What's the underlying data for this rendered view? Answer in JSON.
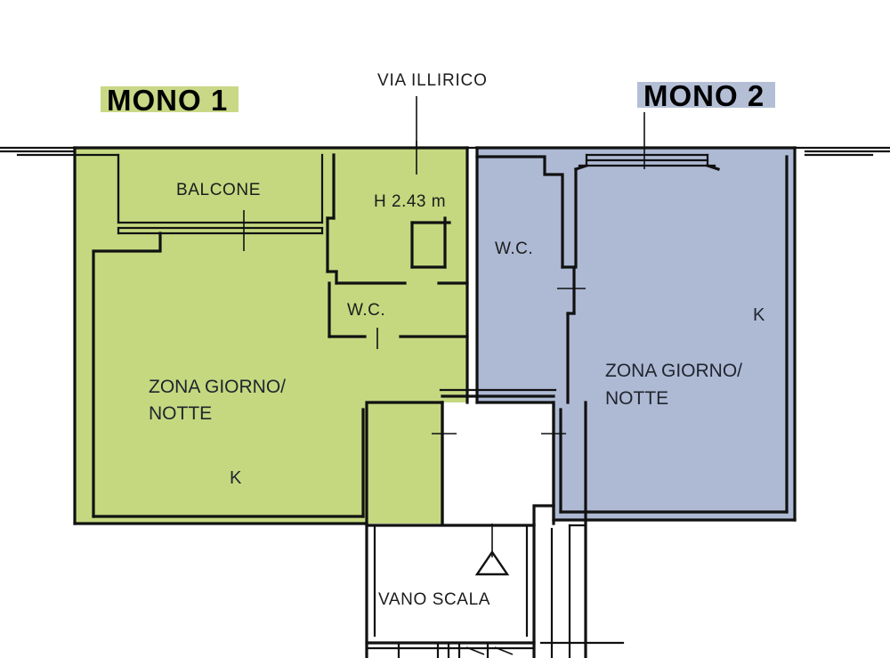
{
  "document": {
    "type": "floor-plan",
    "title_left": "MONO 1",
    "title_right": "MONO 2",
    "street_label": "VIA ILLIRICO"
  },
  "colors": {
    "unit_left_fill": "#c5d880",
    "unit_right_fill": "#aebad4",
    "title_left_highlight": "#c9d886",
    "title_right_highlight": "#b4bfd6",
    "wall_stroke": "#111111",
    "background": "#ffffff",
    "text": "#1c1c1c"
  },
  "units": [
    {
      "id": "mono-1",
      "name": "MONO 1",
      "fill": "#c5d880",
      "rooms": [
        {
          "name": "BALCONE",
          "label": "BALCONE"
        },
        {
          "name": "zona-giorno-notte",
          "label": "ZONA GIORNO/",
          "label2": "NOTTE"
        },
        {
          "name": "wc",
          "label": "W.C."
        },
        {
          "name": "kitchen-marker",
          "label": "K"
        }
      ],
      "annotations": [
        {
          "name": "ceiling-height",
          "label": "H 2.43 m"
        }
      ]
    },
    {
      "id": "mono-2",
      "name": "MONO 2",
      "fill": "#aebad4",
      "rooms": [
        {
          "name": "zona-giorno-notte",
          "label": "ZONA GIORNO/",
          "label2": "NOTTE"
        },
        {
          "name": "wc",
          "label": "W.C."
        },
        {
          "name": "kitchen-marker",
          "label": "K"
        }
      ],
      "annotations": []
    }
  ],
  "common_areas": [
    {
      "name": "stairwell",
      "label": "VANO SCALA"
    }
  ],
  "labels": {
    "balcone": "BALCONE",
    "height": "H 2.43 m",
    "wc_left": "W.C.",
    "wc_right": "W.C.",
    "zona_left_line1": "ZONA GIORNO/",
    "zona_left_line2": "NOTTE",
    "zona_right_line1": "ZONA GIORNO/",
    "zona_right_line2": "NOTTE",
    "k_left": "K",
    "k_right": "K",
    "vano_scala": "VANO SCALA",
    "via": "VIA ILLIRICO"
  }
}
